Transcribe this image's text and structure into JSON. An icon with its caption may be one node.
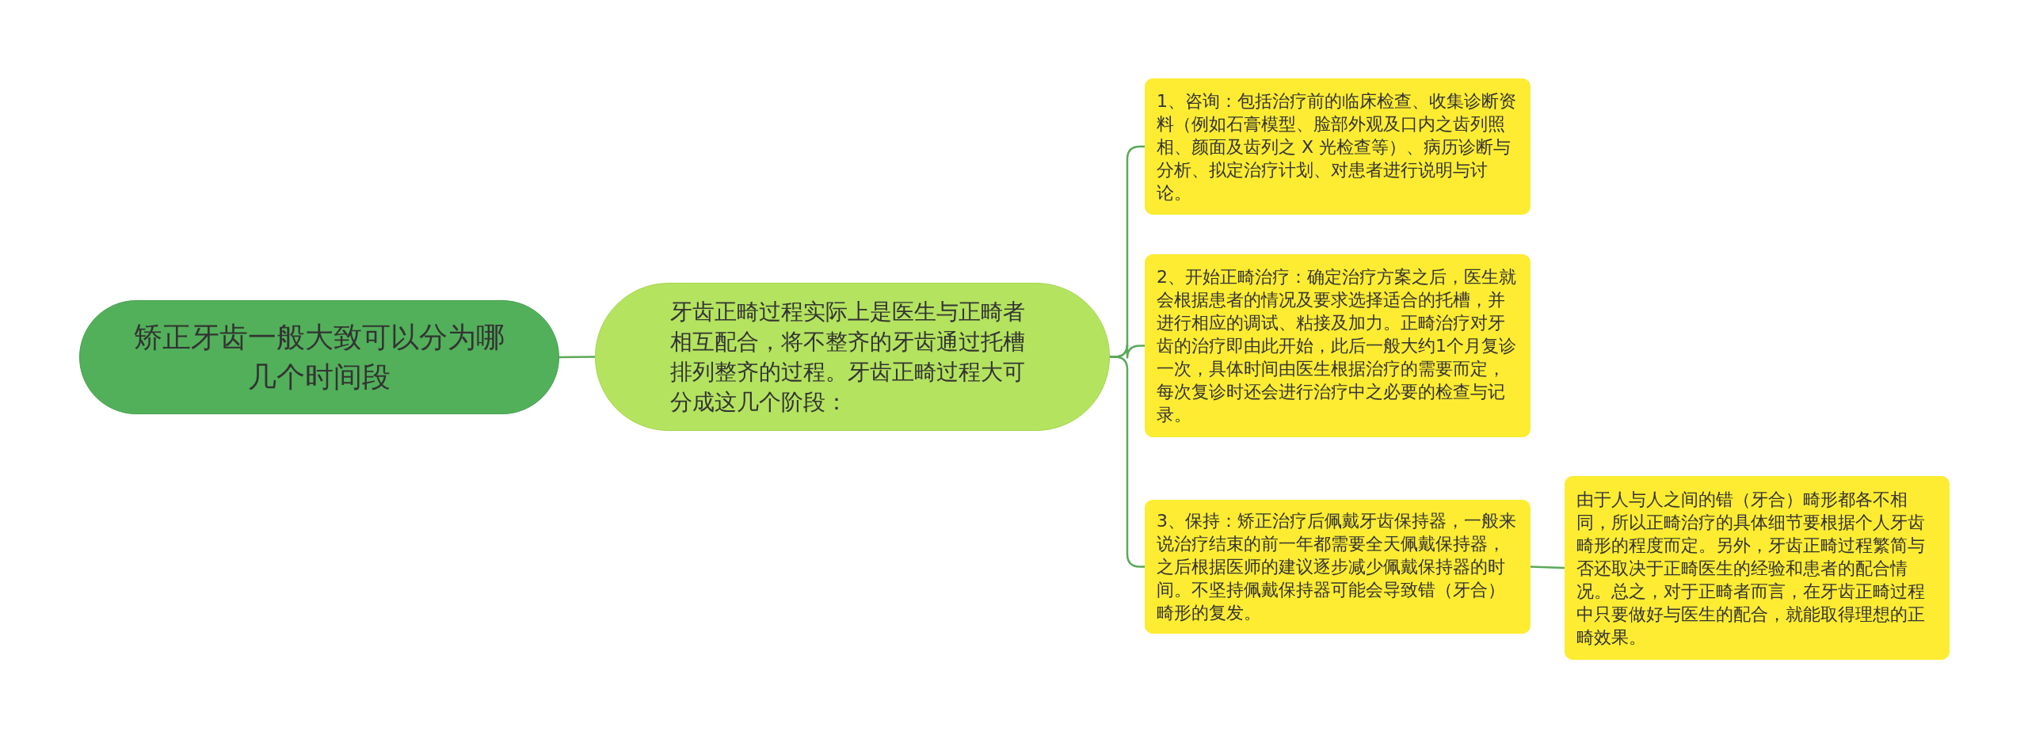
{
  "diagram": {
    "nodes": [
      {
        "text": [
          "矫正牙齿一般大致可以分为哪几个时间段"
        ]
      },
      {
        "text": [
          "牙齿正畸过程实际上是医生与正畸者相互配合，将不整齐的牙齿通过托槽排列整齐的过程。牙齿正畸过程大可分成这几个阶段："
        ]
      },
      {
        "text": [
          "1、咨询：包括治疗前的临床检查、收集诊断资料（例如石膏模型、脸部外观及口内之齿列照相、颜面及齿列之 X 光检查等）、病历诊断与分析、拟定治疗计划、对患者进行说明与讨论。"
        ]
      },
      {
        "text": [
          "2、开始正畸治疗：确定治疗方案之后，医生就会根据患者的情况及要求选择适合的托槽，并进行相应的调试、粘接及加力。正畸治疗对牙齿的治疗即由此开始，此后一般大约1个月复诊一次，具体时间由医生根据治疗的需要而定，每次复诊时还会进行治疗中之必要的检查与记录。"
        ]
      },
      {
        "text": [
          "3、保持：矫正治疗后佩戴牙齿保持器，一般来说治疗结束的前一年都需要全天佩戴保持器，之后根据医师的建议逐步减少佩戴保持器的时间。不坚持佩戴保持器可能会导致错（牙合）畸形的复发。"
        ]
      },
      {
        "text": [
          "由于人与人之间的错（牙合）畸形都各不相同，所以正畸治疗的具体细节要根据个人牙齿畸形的程度而定。另外，牙齿正畸过程繁简与否还取决于正畸医生的经验和患者的配合情况。总之，对于正畸者而言，在牙齿正畸过程中只要做好与医生的配合，就能取得理想的正畸效果。"
        ]
      }
    ],
    "edges": [
      {
        "from": 0,
        "to": 1,
        "arrow": "none"
      },
      {
        "from": 1,
        "to": 2,
        "arrow": "none"
      },
      {
        "from": 1,
        "to": 3,
        "arrow": "none"
      },
      {
        "from": 1,
        "to": 4,
        "arrow": "none"
      },
      {
        "from": 4,
        "to": 5,
        "arrow": "none"
      }
    ]
  }
}
